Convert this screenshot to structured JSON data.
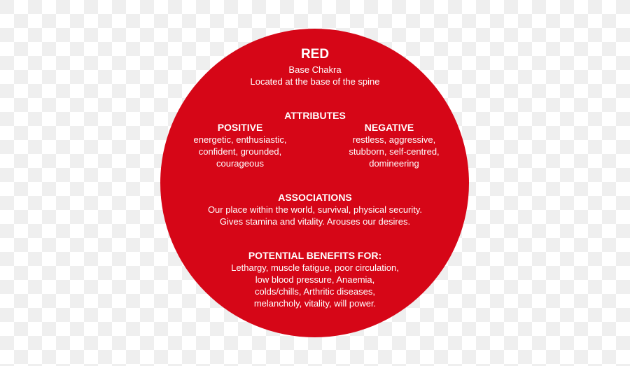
{
  "colors": {
    "circle_fill": "#d60617",
    "text": "#ffffff",
    "checker_light": "#ffffff",
    "checker_dark": "#efefef"
  },
  "header": {
    "title": "RED",
    "subtitle": "Base Chakra",
    "location": "Located at the base of the spine"
  },
  "attributes": {
    "heading": "ATTRIBUTES",
    "positive": {
      "heading": "POSITIVE",
      "lines": [
        "energetic, enthusiastic,",
        "confident, grounded,",
        "courageous"
      ]
    },
    "negative": {
      "heading": "NEGATIVE",
      "lines": [
        "restless, aggressive,",
        "stubborn, self-centred,",
        "domineering"
      ]
    }
  },
  "associations": {
    "heading": "ASSOCIATIONS",
    "lines": [
      "Our place within the world, survival, physical security.",
      "Gives stamina and vitality.  Arouses our desires."
    ]
  },
  "benefits": {
    "heading": "POTENTIAL BENEFITS FOR:",
    "lines": [
      "Lethargy, muscle fatigue, poor circulation,",
      "low blood pressure, Anaemia,",
      "colds/chills, Arthritic diseases,",
      "melancholy, vitality, will power."
    ]
  }
}
